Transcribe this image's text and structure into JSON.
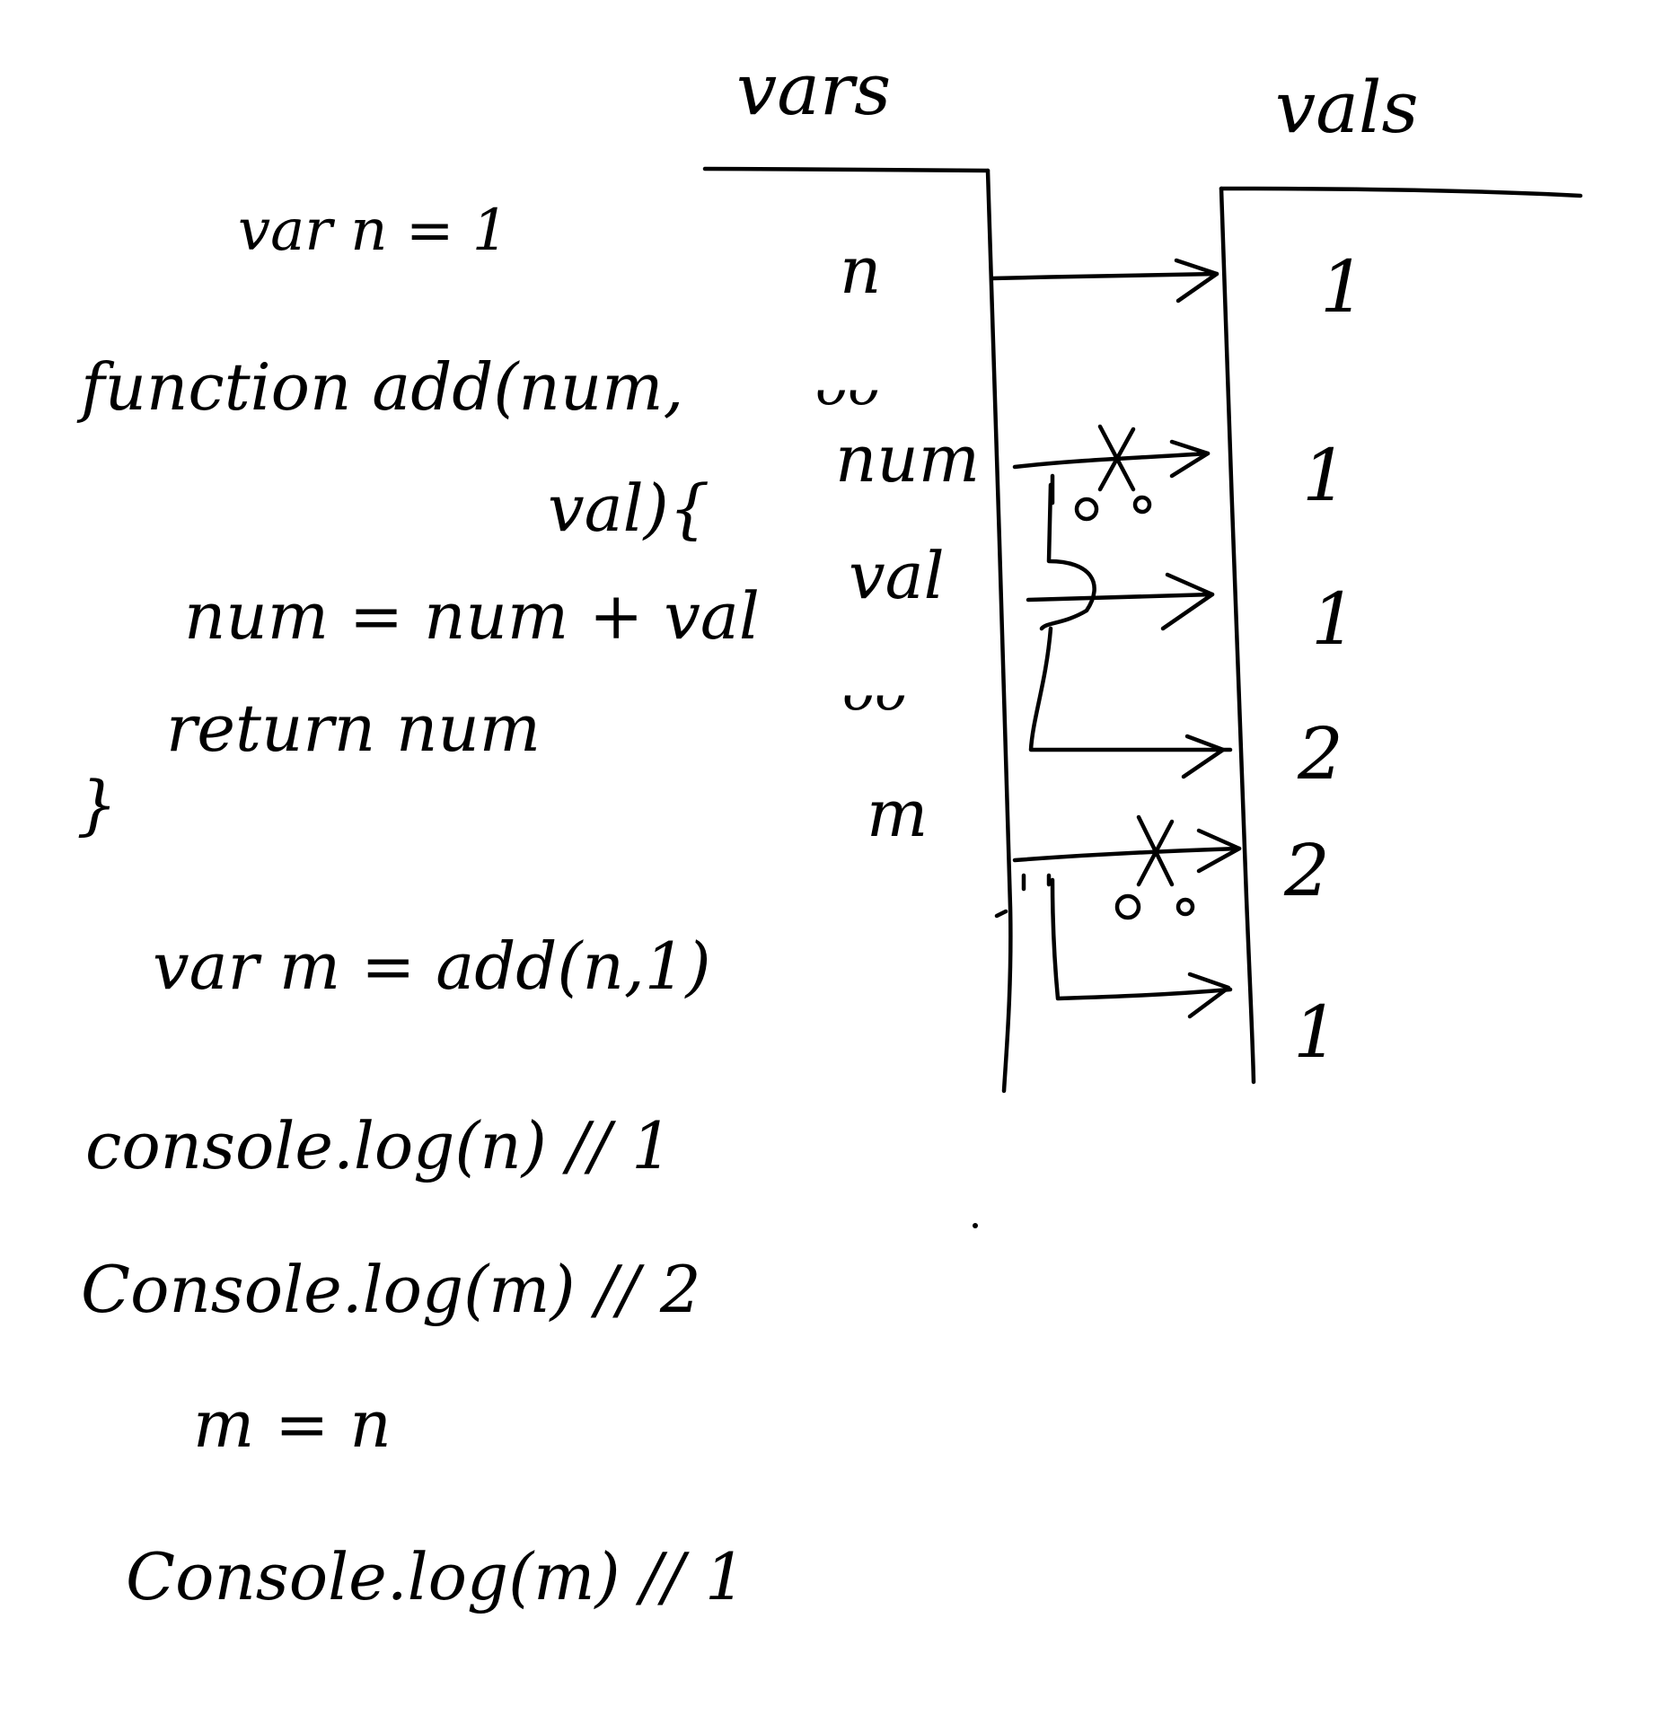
{
  "headers": {
    "vars": "vars",
    "vals": "vals"
  },
  "code": {
    "line1": "var n = 1",
    "line2": "function add(num,",
    "line3": "val){",
    "line4": "num = num + val",
    "line5": "return num",
    "line6": "}",
    "line7": "var m = add(n,1)",
    "line8": "console.log(n) // 1",
    "line9": "Console.log(m) // 2",
    "line10": "m = n",
    "line11": "Console.log(m) // 1"
  },
  "memory": {
    "vars": [
      {
        "name": "n",
        "scribble": ""
      },
      {
        "name": "num",
        "scribble": "ᴗᴗ"
      },
      {
        "name": "val",
        "scribble": ""
      },
      {
        "name": "",
        "scribble": "ᴗᴗ"
      },
      {
        "name": "m",
        "scribble": ""
      }
    ],
    "vals": [
      "1",
      "1",
      "1",
      "2",
      "2",
      "1"
    ]
  },
  "cut_marks": {
    "x1": "X",
    "x2": "X"
  }
}
